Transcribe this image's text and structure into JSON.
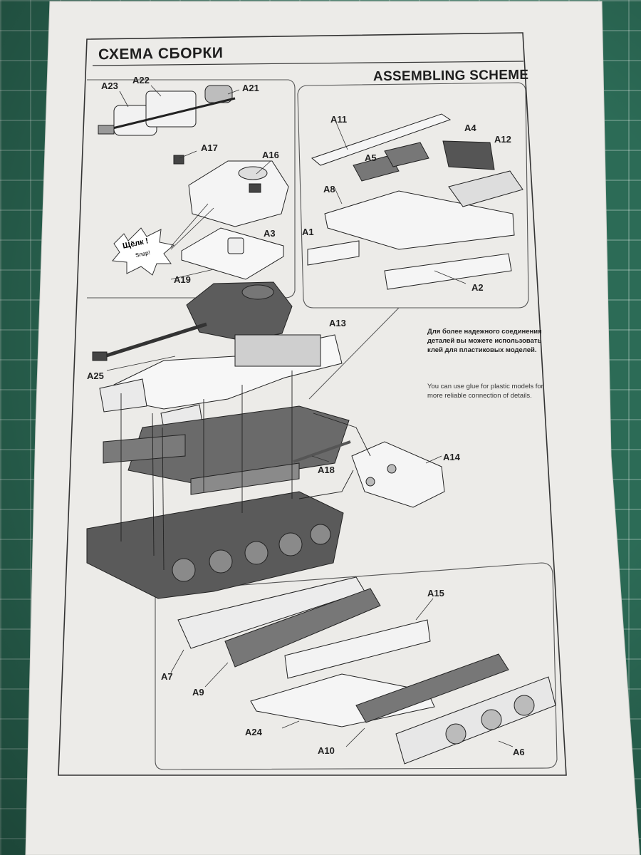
{
  "header": {
    "title_ru": "СХЕМА СБОРКИ",
    "title_en": "ASSEMBLING SCHEME"
  },
  "note": {
    "ru": "Для более надежного соединения деталей вы можете использовать клей для пластиковых моделей.",
    "en": "You can use glue for plastic models for more reliable connection of details."
  },
  "snap": {
    "ru": "Щёлк !",
    "en": "Snap!"
  },
  "parts": {
    "A23": "A23",
    "A22": "A22",
    "A21": "A21",
    "A17": "A17",
    "A16": "A16",
    "A3": "A3",
    "A19": "A19",
    "A11": "A11",
    "A4": "A4",
    "A12": "A12",
    "A5": "A5",
    "A8": "A8",
    "A1": "A1",
    "A2": "A2",
    "A13": "A13",
    "A25": "A25",
    "A18": "A18",
    "A14": "A14",
    "A15": "A15",
    "A7": "A7",
    "A9": "A9",
    "A24": "A24",
    "A10": "A10",
    "A6": "A6"
  },
  "colors": {
    "mat": "#2c6b56",
    "paper": "#eeeeec",
    "ink": "#1e1e1e",
    "part_gray": "#6a6a6a"
  }
}
